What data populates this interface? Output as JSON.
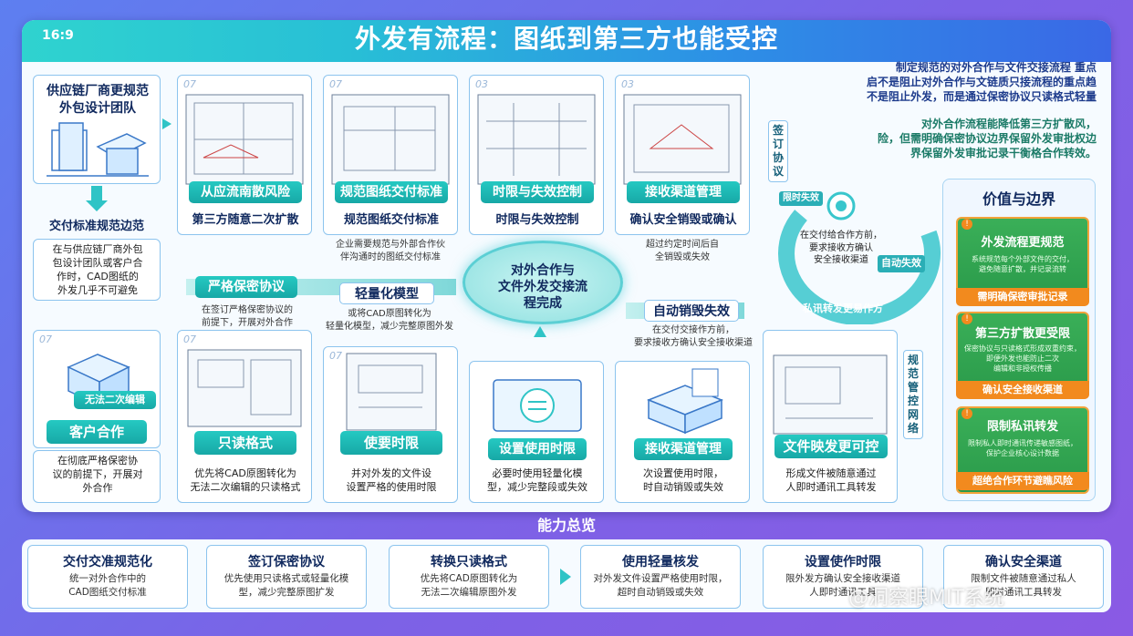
{
  "header": {
    "aspect": "16:9",
    "title": "外发有流程：图纸到第三方也能受控"
  },
  "supplier": {
    "title": "供应链厂商更规范\n外包设计团队",
    "label": "交付标准规范边范",
    "desc": "在与供应链厂商外包\n包设计团队或客户合\n作时，CAD图纸的\n外发几乎不可避免"
  },
  "customer": {
    "badge": "无法二次编辑",
    "label": "客户合作",
    "desc": "在彻底严格保密协\n议的前提下，开展对\n外合作"
  },
  "top_cards": [
    {
      "num": "07",
      "pill": "从应流南散风险",
      "caption": "第三方随意二次扩散",
      "desc": ""
    },
    {
      "num": "07",
      "pill": "规范图纸交付标准",
      "caption": "规范图纸交付标准",
      "desc": "企业需要规范与外部合作伙\n伴沟通时的图纸交付标准"
    },
    {
      "num": "03",
      "pill": "时限与失效控制",
      "caption": "时限与失效控制",
      "desc": ""
    },
    {
      "num": "03",
      "pill": "接收渠道管理",
      "caption": "确认安全销毁或确认",
      "desc": "超过约定时间后自\n全销毁或失效"
    }
  ],
  "middle": {
    "left_pill": "严格保密协议",
    "left_desc": "在签订严格保密协议的\n前提下，开展对外合作",
    "mid_pill": "轻量化模型",
    "mid_desc": "或将CAD原图转化为\n轻量化模型，减少完整原图外发",
    "center": "对外合作与\n文件外发交接流\n程完成",
    "right_pill": "自动销毁失效",
    "right_desc": "在交付交接作方前，\n要求接收方确认安全接收渠道"
  },
  "bottom_cards": [
    {
      "num": "07",
      "pill": "只读格式",
      "desc": "优先将CAD原图转化为\n无法二次编辑的只读格式"
    },
    {
      "num": "07",
      "pill": "使要时限",
      "desc": "并对外发的文件设\n设置严格的使用时限"
    },
    {
      "num": "",
      "pill": "设置使用时限",
      "desc": "必要时使用轻量化模\n型，减少完整段或失效"
    },
    {
      "num": "",
      "pill": "接收渠道管理",
      "desc": "次设置使用时限，\n时自动销毁或失效"
    },
    {
      "num": "",
      "pill": "文件映发更可控",
      "desc": "形成文件被随意通过\n人即时通讯工具转发"
    }
  ],
  "intro": {
    "p1": "制定规范的对外合作与文件交接流程 重点\n启不是阻止对外合作与文链质只接流程的重点趋\n不是阻止外发，而是通过保密协议只读格式轻量",
    "p2": "对外合作流程能降低第三方扩散风，\n险，但需明确保密协议边界保留外发审批权边\n界保留外发审批记录干衡格合作转效。"
  },
  "cycle": {
    "top_tag": "签订协议",
    "label1": "限时失效",
    "text": "在交付给合作方前，\n要求接收方确认\n安全接收渠道",
    "label2": "自动失效",
    "label3": "私讯转发更易作方",
    "side_tag": "规范管控网络"
  },
  "right_panel": {
    "title": "价值与边界",
    "cards": [
      {
        "title": "外发流程更规范",
        "text": "系统规范每个外部文件的交付，\n避免随意扩散，并记录流转",
        "footer": "需明确保密审批记录"
      },
      {
        "title": "第三方扩散更受限",
        "text": "保密协议与只读格式形成双重约束，\n即便外发也能防止二次\n编辑和非授权传播",
        "footer": "确认安全接收渠道"
      },
      {
        "title": "限制私讯转发",
        "text": "限制私人即时通讯传递敏感图纸，\n保护企业核心设计数据",
        "footer": "超绝合作环节避瞧风险"
      }
    ]
  },
  "summary": {
    "title": "能力总览",
    "items": [
      {
        "title": "交付交准规范化",
        "text": "统一对外合作中的\nCAD图纸交付标准"
      },
      {
        "title": "签订保密协议",
        "text": "优先使用只读格式或轻量化模\n型，减少完整原图扩发"
      },
      {
        "title": "转换只读格式",
        "text": "优先将CAD原图转化为\n无法二次编辑原图外发"
      },
      {
        "title": "使用轻量核发",
        "text": "对外发文件设置严格使用时限，\n超时自动销毁或失效"
      },
      {
        "title": "设置使作时限",
        "text": "限外发方确认安全接收渠道\n人即时通讯工具"
      },
      {
        "title": "确认安全渠道",
        "text": "限制文件被随意通过私人\n即时通讯工具转发"
      }
    ]
  },
  "watermark": "@洞察眼MIT系统",
  "colors": {
    "teal": "#25c9c2",
    "green": "#2a9a4a",
    "orange": "#f28a1e",
    "navy": "#10295e"
  }
}
